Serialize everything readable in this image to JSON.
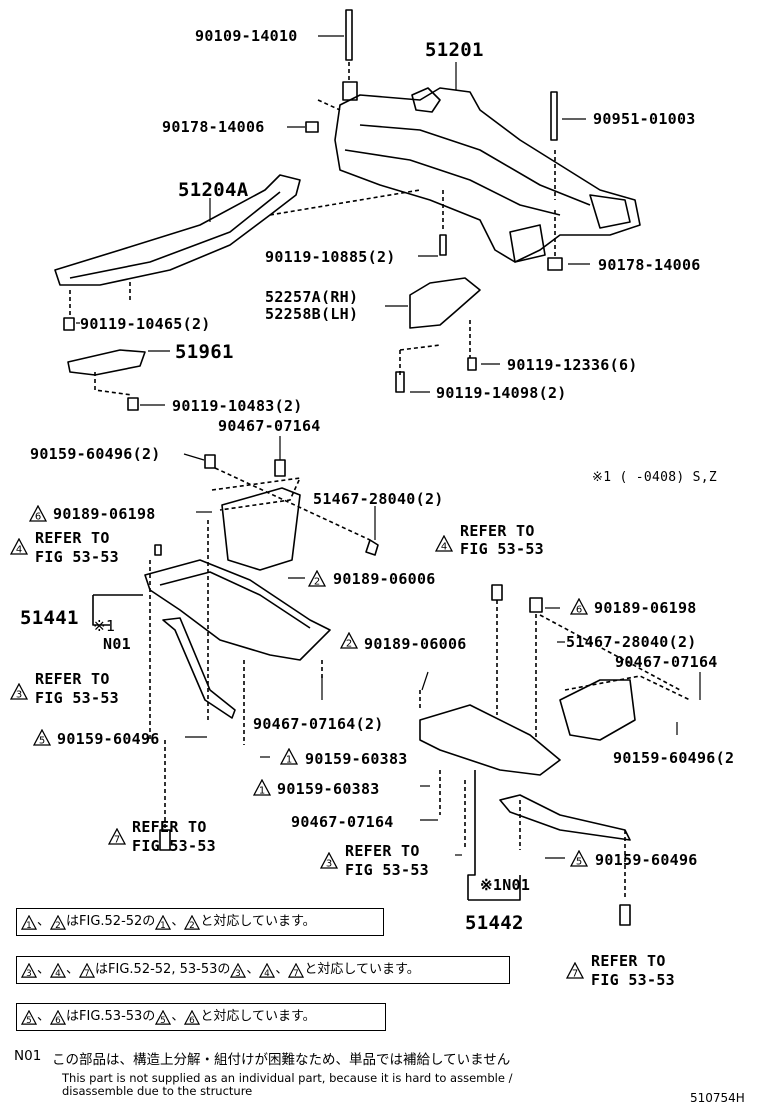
{
  "labels": {
    "p90109_14010": "90109-14010",
    "p51201": "51201",
    "p90178_14006_a": "90178-14006",
    "p90951_01003": "90951-01003",
    "p51204A": "51204A",
    "p90119_10885": "90119-10885(2)",
    "p90178_14006_b": "90178-14006",
    "p52257A": "52257A(RH)",
    "p52258B": "52258B(LH)",
    "p90119_10465": "90119-10465(2)",
    "p51961": "51961",
    "p90119_12336": "90119-12336(6)",
    "p90119_14098": "90119-14098(2)",
    "p90119_10483": "90119-10483(2)",
    "p90467_07164_a": "90467-07164",
    "p90159_60496_a": "90159-60496(2)",
    "footnote_key": "※1 (    -0408) S,Z",
    "p90189_06198_a": "90189-06198",
    "p51467_28040_a": "51467-28040(2)",
    "refer_a_1": "REFER TO",
    "refer_a_2": "FIG 53-53",
    "p90189_06006_a": "90189-06006",
    "refer_b_1": "REFER TO",
    "refer_b_2": "FIG 53-53",
    "p51441": "51441",
    "mark1": "※1",
    "n01_a": "N01",
    "p90189_06198_b": "90189-06198",
    "p51467_28040_b": "51467-28040(2)",
    "p90467_07164_b": "90467-07164",
    "p90189_06006_b": "90189-06006",
    "refer_c_1": "REFER TO",
    "refer_c_2": "FIG 53-53",
    "p90467_07164_c": "90467-07164(2)",
    "p90159_60496_b": "90159-60496(2",
    "p90159_60496_c": "90159-60496",
    "p90159_60383_a": "90159-60383",
    "p90159_60383_b": "90159-60383",
    "p90467_07164_d": "90467-07164",
    "refer_d_1": "REFER TO",
    "refer_d_2": "FIG 53-53",
    "refer_e_1": "REFER TO",
    "refer_e_2": "FIG 53-53",
    "p90159_60496_d": "90159-60496",
    "n01_b": "※1N01",
    "p51442": "51442",
    "refer_f_1": "REFER TO",
    "refer_f_2": "FIG 53-53"
  },
  "triangles": {
    "t6a": "6",
    "t4a": "4",
    "t2a": "2",
    "t4b": "4",
    "t3a": "3",
    "t6b": "6",
    "t2b": "2",
    "t5a": "5",
    "t1a": "1",
    "t1b": "1",
    "t7a": "7",
    "t3b": "3",
    "t5b": "5",
    "t7b": "7"
  },
  "notes": {
    "note1_a": "、",
    "note1_b": "はFIG.52-52の",
    "note1_c": "、",
    "note1_d": "と対応しています。",
    "note2_a": "、",
    "note2_b": "、",
    "note2_c": "はFIG.52-52, 53-53の",
    "note2_d": "、",
    "note2_e": "、",
    "note2_f": "と対応しています。",
    "note3_a": "、",
    "note3_b": "はFIG.53-53の",
    "note3_c": "、",
    "note3_d": "と対応しています。",
    "n1": "1",
    "n2": "2",
    "n3": "3",
    "n4": "4",
    "n5": "5",
    "n6": "6",
    "n7": "7"
  },
  "footer": {
    "n01_code": "N01",
    "n01_jp": "この部品は、構造上分解・組付けが困難なため、単品では補給していません",
    "n01_en_1": "This part is not supplied as an individual part, because it is hard to assemble /",
    "n01_en_2": "disassemble due to the structure",
    "figure_id": "510754H"
  }
}
